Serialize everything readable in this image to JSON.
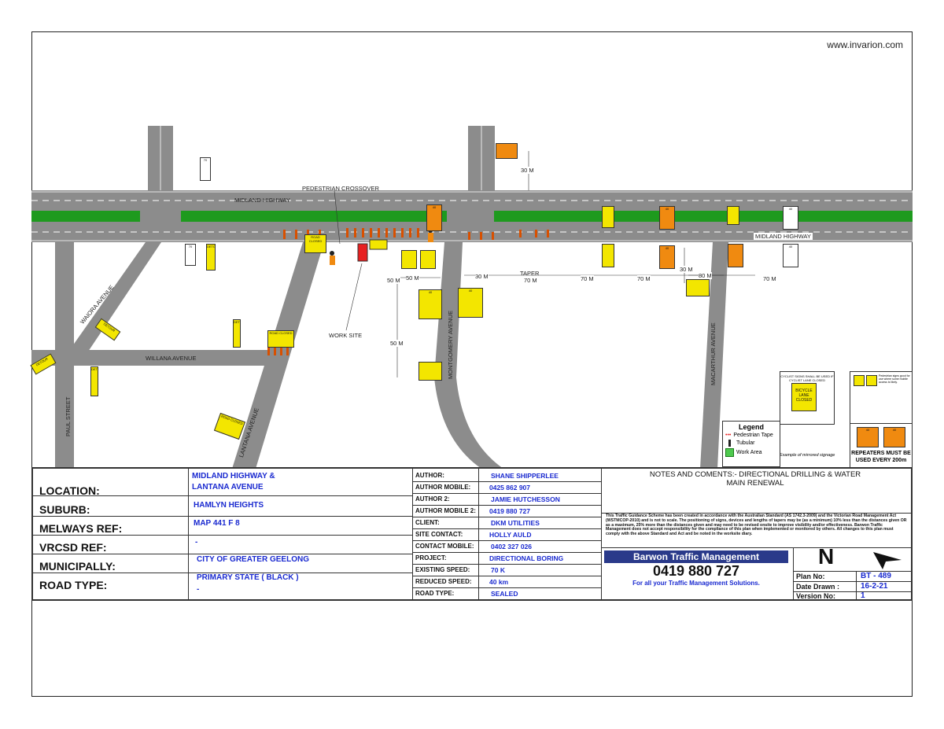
{
  "website": "www.invarion.com",
  "map": {
    "roads": {
      "midland_top": "MIDLAND HIGHWAY",
      "midland_right": "MIDLAND HIGHWAY",
      "waiora": "WAIORA AVENUE",
      "willana": "WILLANA AVENUE",
      "paul": "PAUL STREET",
      "lantana": "LANTANA AVENUE",
      "montgomery": "MONTGOMERY AVENUE",
      "macarthur": "MACARTHUR AVENUE"
    },
    "labels": {
      "crossover": "PEDESTRIAN CROSSOVER",
      "work_site": "WORK SITE",
      "taper": "TAPER"
    },
    "distances": {
      "d30_top": "30 M",
      "d50_a": "50 M",
      "d50_b": "50 M",
      "d50_c": "50 M",
      "d30_a": "30 M",
      "d70_a": "70 M",
      "d70_b": "70 M",
      "d70_c": "70 M",
      "d30_b": "30 M",
      "d80": "80 M",
      "d70_d": "70 M"
    },
    "signs": {
      "detour": "DETOUR",
      "road_closed": "ROAD CLOSED",
      "speed_40": "40",
      "speed_70": "70",
      "prepare_stop": "PREPARE TO STOP",
      "reduce_speed": "REDUCE SPEED"
    },
    "inset": {
      "cyclist_note": "CYCLIST SIGNS SHALL BE USED IF CYCLIST LANE CLOSED",
      "bicycle_lane": "BICYCLE LANE CLOSED",
      "ped_note": "Pedestrian signs good for use where some mobile access is likely.",
      "repeaters_1": "REPEATERS MUST BE",
      "repeaters_2": "USED EVERY 200m",
      "mirrored": "Example of mirrored signage"
    },
    "legend": {
      "title": "Legend",
      "items": [
        "Pedestrian Tape",
        "Tubular",
        "Work Area"
      ]
    }
  },
  "info": {
    "left": {
      "location_label": "LOCATION:",
      "location_value_1": "MIDLAND HIGHWAY &",
      "location_value_2": "LANTANA AVENUE",
      "suburb_label": "SUBURB:",
      "suburb_value": "HAMLYN HEIGHTS",
      "melways_label": "MELWAYS REF:",
      "melways_value": "MAP 441 F 8",
      "vrcsd_label": "VRCSD REF:",
      "vrcsd_value": "-",
      "municipality_label": "MUNICIPALLY:",
      "municipality_value": "CITY OF GREATER GEELONG",
      "roadtype_label": "ROAD TYPE:",
      "roadtype_value_1": "PRIMARY STATE ( BLACK )",
      "roadtype_value_2": "-"
    },
    "middle": [
      {
        "label": "AUTHOR:",
        "value": "SHANE SHIPPERLEE"
      },
      {
        "label": "AUTHOR MOBILE:",
        "value": "0425 862 907"
      },
      {
        "label": "AUTHOR 2:",
        "value": "JAMIE HUTCHESSON"
      },
      {
        "label": "AUTHOR MOBILE 2:",
        "value": "0419 880 727"
      },
      {
        "label": "CLIENT:",
        "value": "DKM UTILITIES"
      },
      {
        "label": "SITE CONTACT:",
        "value": "HOLLY AULD"
      },
      {
        "label": "CONTACT MOBILE:",
        "value": "0402 327 026"
      },
      {
        "label": "PROJECT:",
        "value": "DIRECTIONAL BORING"
      },
      {
        "label": "EXISTING SPEED:",
        "value": "70 K"
      },
      {
        "label": "REDUCED SPEED:",
        "value": "40 km"
      },
      {
        "label": "ROAD TYPE:",
        "value": "SEALED"
      }
    ],
    "notes_title_1": "NOTES AND COMENTS:-  DIRECTIONAL DRILLING  & WATER",
    "notes_title_2": "MAIN RENEWAL",
    "disclaimer": "This Traffic Guidance Scheme has been created in accordance with the Australian Standard (AS 1742.3-2009) and the Victorian Road Management Act (WSTMCOP-2010) and is not to scale. The positioning of signs, devices and lengths of tapers may be (as a minimum) 10% less than the distances given OR as a maximum, 25% more than the distances given and may need to be revised onsite to improve visibility and/or effectiveness. Barwon Traffic Management does not accept responsibility for the compliance of this plan when implemented or monitored by others. All changes to this plan must comply with the above Standard and Act and be noted in the worksite diary.",
    "company": "Barwon Traffic Management",
    "phone": "0419 880 727",
    "tagline": "For all your Traffic Management Solutions.",
    "north": "N",
    "plan_label": "Plan No:",
    "plan_value": "BT - 489",
    "date_label": "Date Drawn :",
    "date_value": "16-2-21",
    "version_label": "Version No:",
    "version_value": "1"
  },
  "colors": {
    "road": "#8c8c8c",
    "median": "#1e9a1e",
    "sign_yellow": "#f3e600",
    "sign_orange": "#f08a10",
    "blue_text": "#1a2ad0",
    "company_bar": "#2a3a8a"
  }
}
